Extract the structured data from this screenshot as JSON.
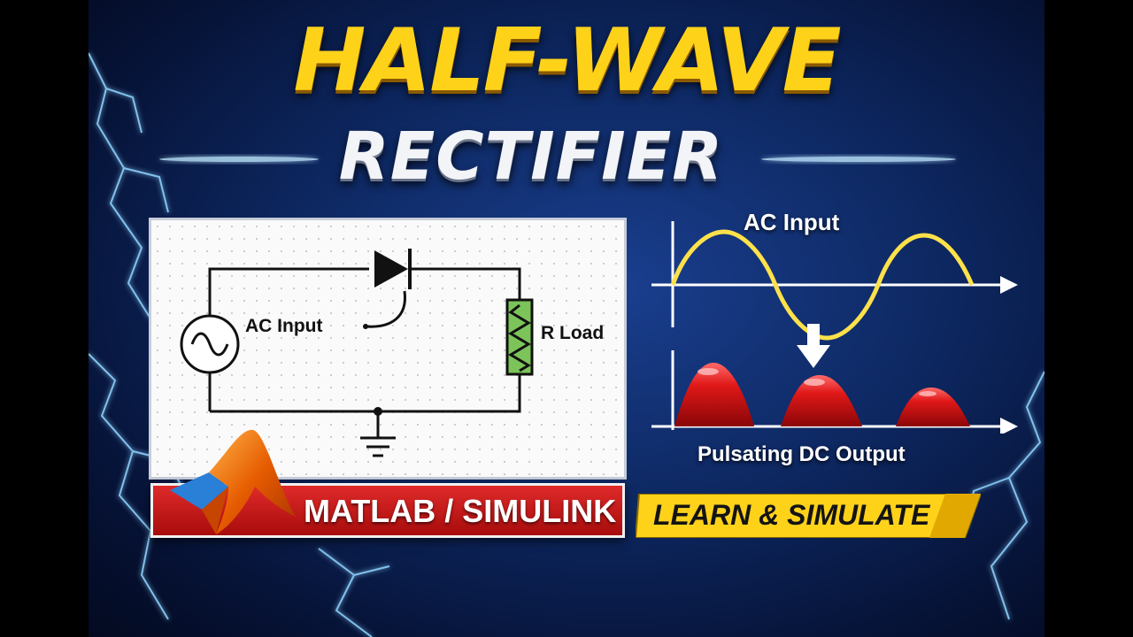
{
  "title": {
    "line1": "HALF-WAVE",
    "line2": "RECTIFIER"
  },
  "circuit": {
    "source_label": "AC Input",
    "load_label": "R Load",
    "icons": [
      "ac-source-icon",
      "diode-icon",
      "resistor-icon",
      "ground-icon"
    ]
  },
  "waveforms": {
    "input_label": "AC Input",
    "output_label": "Pulsating DC Output",
    "input_color": "#ffe14a",
    "output_color": "#d40f14"
  },
  "banners": {
    "platform": "MATLAB / SIMULINK",
    "cta": "LEARN & SIMULATE",
    "platform_color": "#c81818",
    "cta_color": "#ffd21a"
  },
  "icons": {
    "logo": "matlab-logo-icon",
    "arrow": "down-arrow-icon"
  }
}
